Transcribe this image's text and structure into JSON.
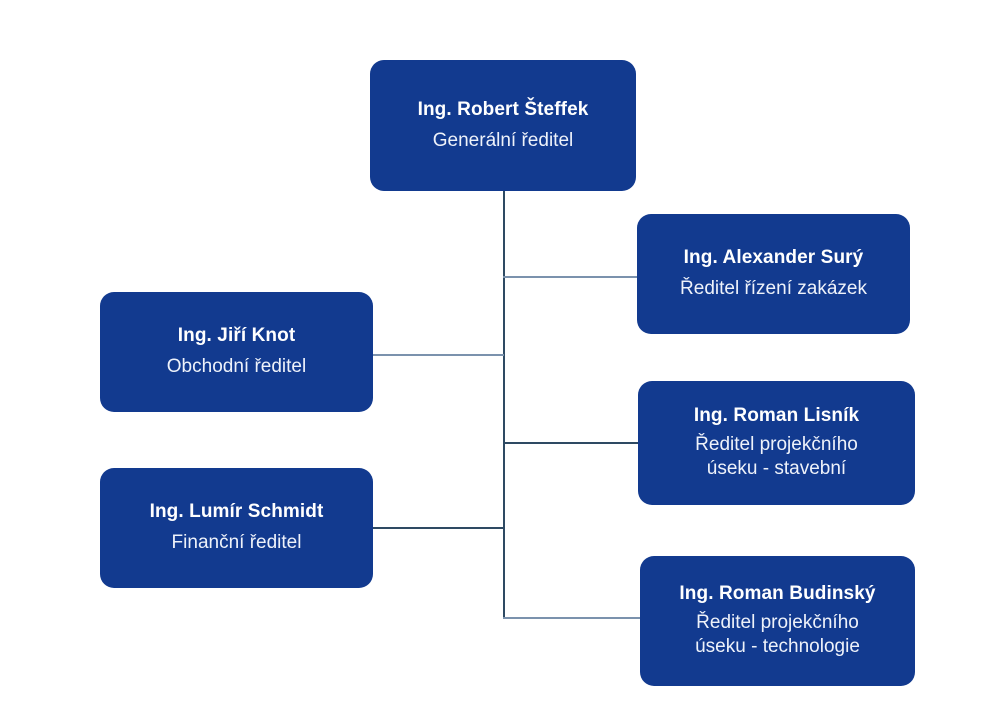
{
  "diagram": {
    "kind": "organizational-chart",
    "background_color": "#ffffff",
    "node_fill_color": "#123a8f",
    "node_text_color": "#ffffff",
    "connector_color_dark": "#2e4a63",
    "connector_color_light": "#7b92ad"
  },
  "nodes": {
    "ceo": {
      "name": "Ing. Robert Šteffek",
      "title": "Generální ředitel"
    },
    "sury": {
      "name": "Ing. Alexander Surý",
      "title": "Ředitel řízení zakázek"
    },
    "knot": {
      "name": "Ing. Jiří Knot",
      "title": "Obchodní ředitel"
    },
    "lisnik": {
      "name": "Ing. Roman Lisník",
      "title": "Ředitel projekčního\núseku - stavební"
    },
    "schmidt": {
      "name": "Ing. Lumír Schmidt",
      "title": "Finanční ředitel"
    },
    "budinsky": {
      "name": "Ing. Roman Budinský",
      "title": "Ředitel projekčního\núseku - technologie"
    }
  }
}
